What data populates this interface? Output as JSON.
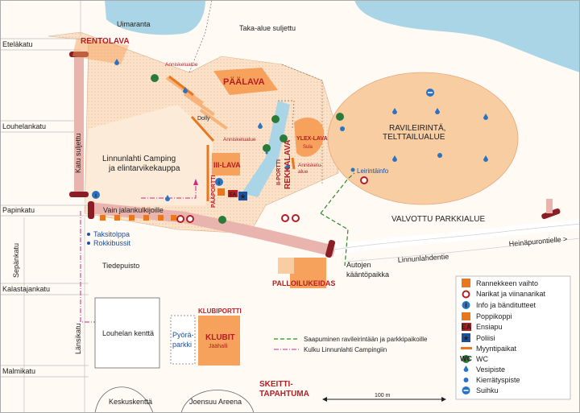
{
  "streets": {
    "etelakatu": "Eteläkatu",
    "louhelankatu": "Louhelankatu",
    "papinkatu": "Papinkatu",
    "kalastajankatu": "Kalastajankatu",
    "malmikatu": "Malmikatu",
    "sepankatu": "Sepänkatu",
    "lansikatu": "Länsikatu",
    "katu_suljettu": "Katu suljettu",
    "linnunlahdentie": "Linnunlahdentie",
    "heinapurontielle": "Heinäpurontielle >"
  },
  "places": {
    "uimaranta": "Uimaranta",
    "taka_alue": "Taka-alue suljettu",
    "rentolava": "RENTOLAVA",
    "anniskelualue": "Anniskelualue",
    "paalava": "PÄÄLAVA",
    "dolly": "Dolly",
    "ylex_lava": "YLEX-LAVA",
    "sula": "Sula",
    "anniskelu_alue": "Anniskelu-",
    "anniskelu_alue2": "alue",
    "ravileirinta1": "RAVILEIRINTÄ,",
    "ravileirinta2": "TELTTAILUALUE",
    "leirintainfo": "Leirintäinfo",
    "camping1": "Linnunlahti Camping",
    "camping2": "ja elintarvikekauppa",
    "iii_lava": "III-LAVA",
    "paaportti": "PÄÄPORTTI",
    "ii_portti": "II-PORTTI",
    "rekkalava": "REKKALAVA",
    "vain_jalankulkijoille": "Vain jalankulkijoille",
    "valvottu_parkkialue": "VALVOTTU PARKKIALUE",
    "taksitolppa": "Taksitolppa",
    "rokkibussit": "Rokkibussit",
    "tiedepuisto": "Tiedepuisto",
    "palloilukeidas": "PALLOILUKEIDAS",
    "autojen1": "Autojen",
    "autojen2": "kääntöpaikka",
    "louhelan_kentta": "Louhelan kenttä",
    "pyoraparkki1": "Pyörä-",
    "pyoraparkki2": "parkki",
    "klubiportti": "KLUBIPORTTI",
    "klubit": "KLUBIT",
    "jaahalli": "Jäähalli",
    "keskuskentta": "Keskuskenttä",
    "joensuu_areena": "Joensuu Areena",
    "skeitti1": "SKEITTI-",
    "skeitti2": "TAPAHTUMA",
    "scale": "100 m"
  },
  "routes": {
    "arrival": "Saapuminen ravileirintään ja parkkipaikoille",
    "camping_route": "Kulku Linnunlahti Campingiin"
  },
  "legend": {
    "items": [
      {
        "label": "Rannekkeen vaihto",
        "icon": "wristband-exchange-icon"
      },
      {
        "label": "Narikat ja viinanarikat",
        "icon": "cloakroom-icon"
      },
      {
        "label": "Info ja bänditutteet",
        "icon": "info-icon"
      },
      {
        "label": "Poppikoppi",
        "icon": "poppikoppi-icon"
      },
      {
        "label": "Ensiapu",
        "icon": "first-aid-icon"
      },
      {
        "label": "Poliisi",
        "icon": "police-icon"
      },
      {
        "label": "Myyntipaikat",
        "icon": "sales-point-icon"
      },
      {
        "label": "WC",
        "icon": "wc-icon"
      },
      {
        "label": "Vesipiste",
        "icon": "water-point-icon"
      },
      {
        "label": "Kierrätyspiste",
        "icon": "recycling-icon"
      },
      {
        "label": "Suihku",
        "icon": "shower-icon"
      }
    ]
  },
  "icon_glyphs": {
    "wc": "WC",
    "info": "i",
    "ea": "EA",
    "police": "★"
  },
  "colors": {
    "area": "#f9cda2",
    "road": "#e9b4ad",
    "water": "#a9d5e6",
    "stage": "#f6a15c",
    "title_red": "#b51d23",
    "wc_green": "#2a7a3a",
    "water_blue": "#2b73c0",
    "route_green": "#2a8a2a",
    "route_pink": "#cc2a8a"
  }
}
